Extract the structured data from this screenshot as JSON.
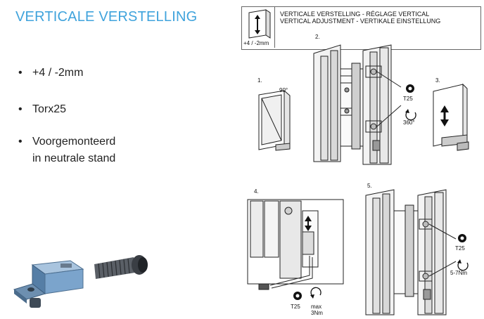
{
  "title": "VERTICALE VERSTELLING",
  "bullets": [
    {
      "lines": [
        "+4 / -2mm"
      ]
    },
    {
      "lines": [
        "Torx25"
      ]
    },
    {
      "lines": [
        "Voorgemonteerd",
        "in neutrale stand"
      ]
    }
  ],
  "header": {
    "icon_label": "+4 / -2mm",
    "line1": "VERTICALE VERSTELLING - RÉGLAGE VERTICAL",
    "line2": "VERTICAL ADJUSTMENT - VERTIKALE EINSTELLUNG"
  },
  "steps": {
    "s1": {
      "number": "1.",
      "angle": "90°"
    },
    "s2": {
      "number": "2.",
      "tool": "T25",
      "rotation": "360°"
    },
    "s3": {
      "number": "3."
    },
    "s4": {
      "number": "4.",
      "tool": "T25",
      "torque_1": "max",
      "torque_2": "3Nm"
    },
    "s5": {
      "number": "5.",
      "tool": "T25",
      "torque": "5-7Nm"
    }
  },
  "colors": {
    "title": "#3fa3dc",
    "part_body": "#6f9bc4",
    "part_dark": "#3e4a57"
  }
}
